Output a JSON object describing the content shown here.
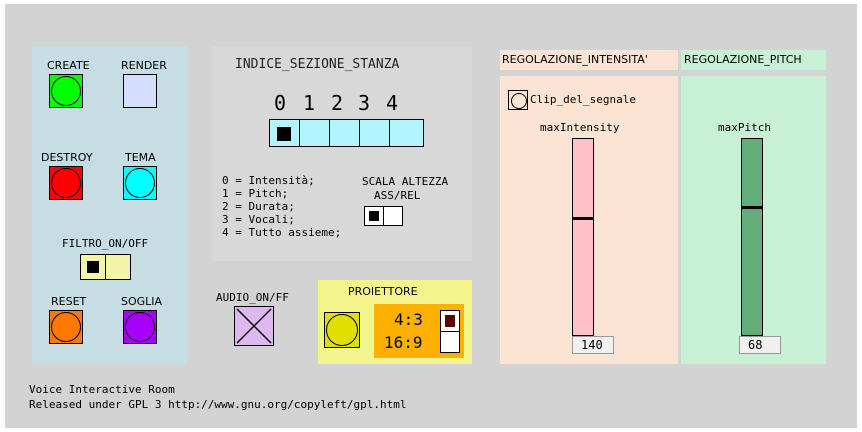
{
  "left_panel": {
    "create_label": "CREATE",
    "render_label": "RENDER",
    "destroy_label": "DESTROY",
    "tema_label": "TEMA",
    "filtro_label": "FILTRO_ON/OFF",
    "reset_label": "RESET",
    "soglia_label": "SOGLIA",
    "colors": {
      "panel": "#c6dde4",
      "create": "#00ff00",
      "render": "#d6deff",
      "destroy": "#ff0000",
      "tema": "#00ffff",
      "filtro": "#f4f4a8",
      "reset": "#ff7800",
      "soglia": "#a800ff"
    }
  },
  "indice": {
    "title": "INDICE_SEZIONE_STANZA",
    "digits": [
      "0",
      "1",
      "2",
      "3",
      "4"
    ],
    "legend": [
      "0 = Intensità;",
      "1 = Pitch;",
      "2 = Durata;",
      "3 = Vocali;",
      "4 = Tutto assieme;"
    ],
    "scala_label_1": "SCALA ALTEZZA",
    "scala_label_2": "ASS/REL",
    "selected_cell": 0
  },
  "audio": {
    "label": "AUDIO_ON/FF",
    "color": "#e0b8f0"
  },
  "proiettore": {
    "label": "PROIETTORE",
    "ratio_1": "4:3",
    "ratio_2": "16:9",
    "colors": {
      "panel": "#f4f48c",
      "bang": "#e0e000",
      "inner": "#fcb000",
      "toggle_on": "#5c0000"
    }
  },
  "intensity": {
    "header": "REGOLAZIONE_INTENSITA'",
    "checkbox_label": "Clip_del_segnale",
    "slider_label": "maxIntensity",
    "value": "140",
    "slider_level": 0.6,
    "colors": {
      "panel": "#fce4d4",
      "slider": "#ffc0c8"
    }
  },
  "pitch": {
    "header": "REGOLAZIONE_PITCH",
    "slider_label": "maxPitch",
    "value": "68",
    "slider_level": 0.66,
    "colors": {
      "panel": "#c8f0d4",
      "slider": "#64ac78"
    }
  },
  "footer": {
    "line1": "Voice Interactive Room",
    "line2": "Released under GPL 3 http://www.gnu.org/copyleft/gpl.html"
  }
}
